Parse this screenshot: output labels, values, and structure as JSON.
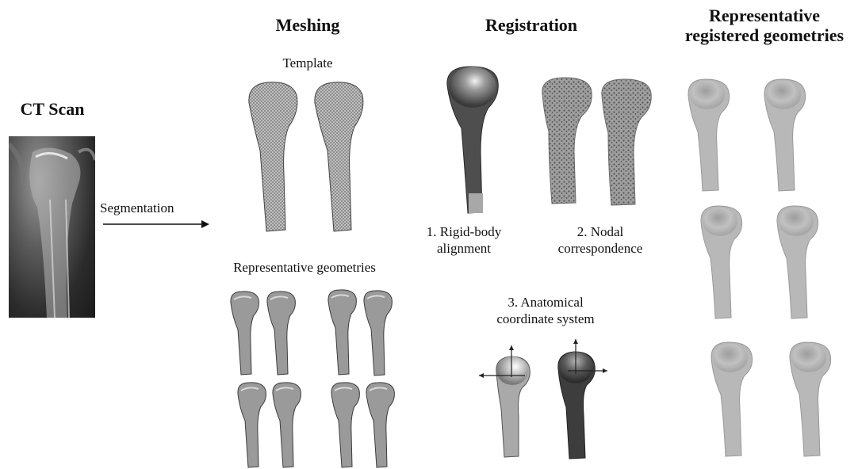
{
  "headings": {
    "ct_scan": "CT Scan",
    "meshing": "Meshing",
    "registration": "Registration",
    "registered": [
      "Representative",
      "registered geometries"
    ]
  },
  "labels": {
    "segmentation": "Segmentation",
    "template": "Template",
    "representative_geometries": "Representative geometries",
    "rigid_body": [
      "1. Rigid-body",
      "alignment"
    ],
    "nodal": [
      "2. Nodal",
      "correspondence"
    ],
    "anatomical": [
      "3. Anatomical",
      "coordinate system"
    ]
  },
  "colors": {
    "mesh": "#8c8c8c",
    "bone_gray": "#9c9c9c",
    "bone_dark": "#4a4a4a",
    "registered": "#b4b4b4",
    "ct_background": "#2b2b2b"
  }
}
